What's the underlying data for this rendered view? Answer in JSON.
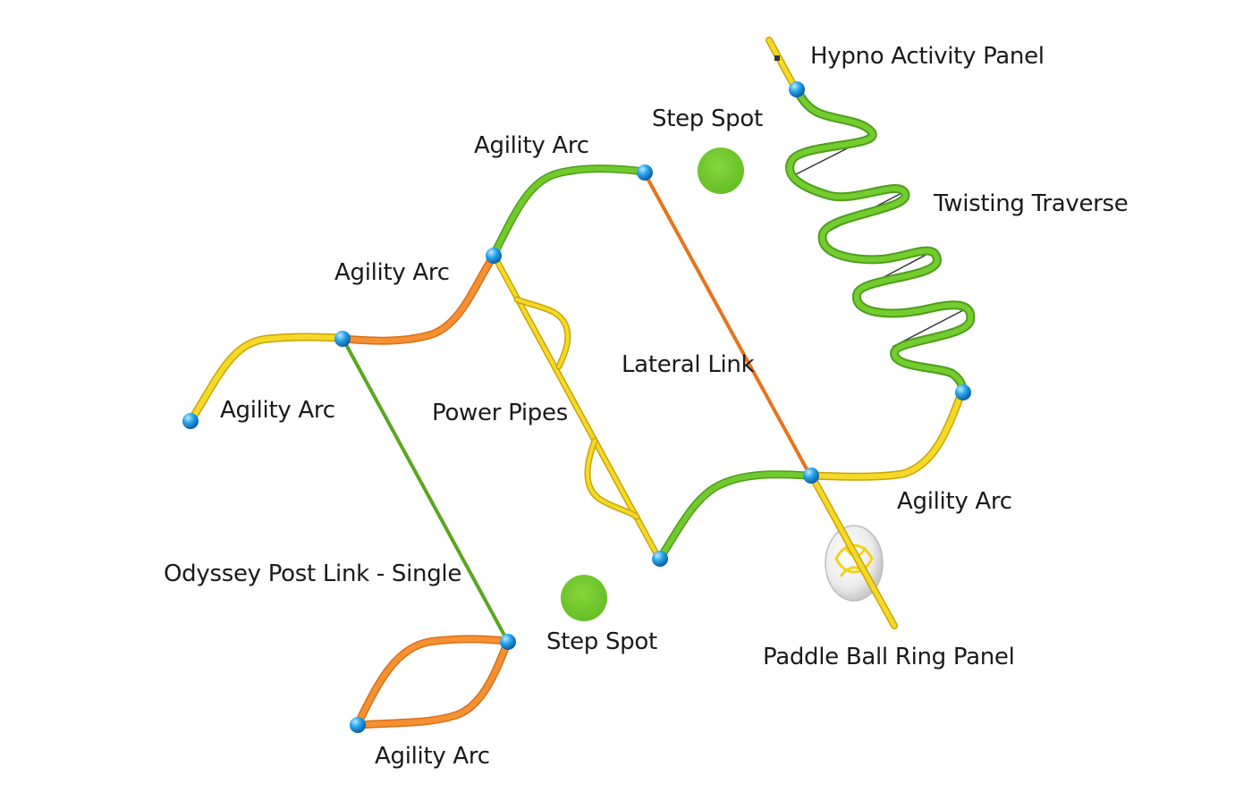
{
  "labels": {
    "hypno_activity_panel": "Hypno Activity Panel",
    "step_spot_top": "Step Spot",
    "agility_arc_top": "Agility Arc",
    "twisting_traverse": "Twisting Traverse",
    "agility_arc_mid": "Agility Arc",
    "lateral_link": "Lateral Link",
    "agility_arc_left": "Agility Arc",
    "power_pipes": "Power Pipes",
    "agility_arc_right": "Agility Arc",
    "odyssey_post_link": "Odyssey Post Link - Single",
    "step_spot_bottom": "Step Spot",
    "paddle_ball_ring_panel": "Paddle Ball Ring Panel",
    "agility_arc_bottom": "Agility Arc"
  },
  "colors": {
    "green": "#6cc52a",
    "yellow": "#f2d21b",
    "orange": "#f08a24",
    "post": "#1aa3e8",
    "step_spot": "#7acb33",
    "ink": "#1a1a1a"
  }
}
